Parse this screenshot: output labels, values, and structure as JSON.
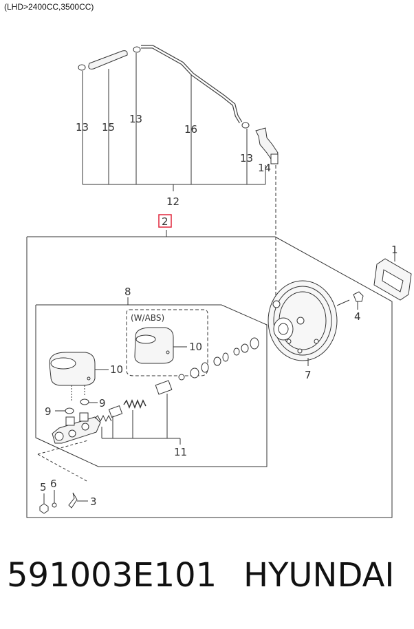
{
  "header": {
    "note": "(LHD>2400CC,3500CC)"
  },
  "footer": {
    "part_number": "591003E101",
    "brand": "HYUNDAI"
  },
  "callouts": {
    "c1": "1",
    "c2": "2",
    "c3": "3",
    "c4": "4",
    "c5": "5",
    "c6": "6",
    "c7": "7",
    "c8": "8",
    "c9a": "9",
    "c9b": "9",
    "c10a": "10",
    "c10b": "10",
    "c11": "11",
    "c12": "12",
    "c13a": "13",
    "c13b": "13",
    "c13c": "13",
    "c14": "14",
    "c15": "15",
    "c16": "16"
  },
  "abs_label": "(W/ABS)",
  "colors": {
    "highlight": "#e0263b",
    "line": "#333333"
  }
}
